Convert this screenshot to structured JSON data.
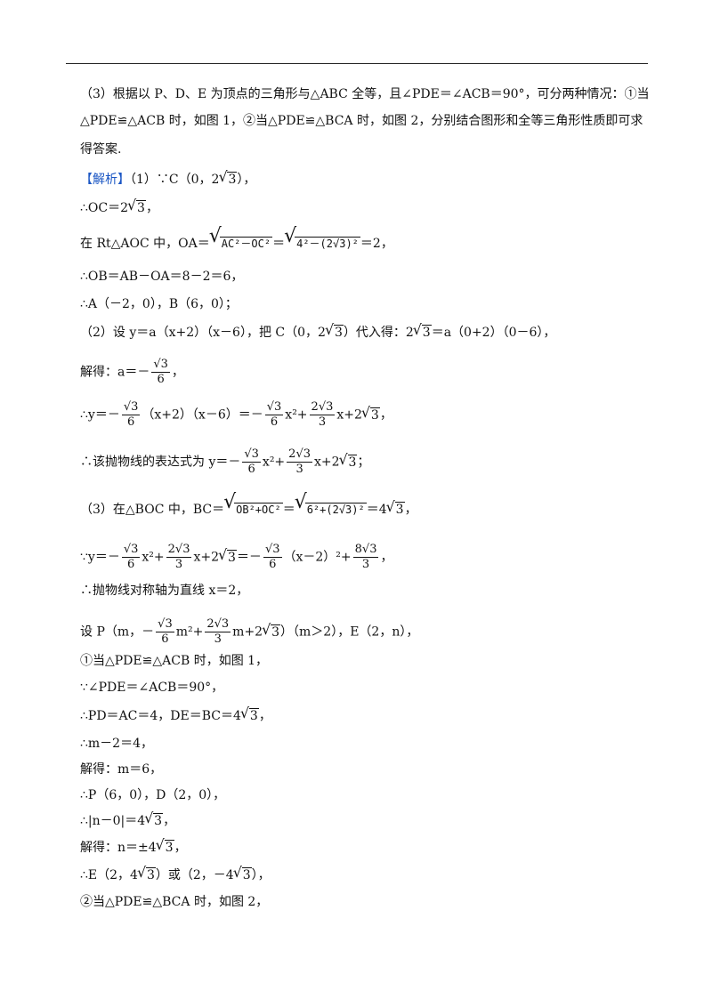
{
  "intro": {
    "line1": "（3）根据以 P、D、E 为顶点的三角形与△ABC 全等，且∠PDE＝∠ACB＝90°，可分两种情况：①当",
    "line2": "△PDE≌△ACB 时，如图 1，②当△PDE≌△BCA 时，如图 2，分别结合图形和全等三角形性质即可求",
    "line3": "得答案."
  },
  "solution": {
    "tag": "【解析】",
    "s1": "（1）∵C（0，2",
    "s1_tail": "），",
    "s2_pre": "∴OC＝2",
    "s2_tail": "，",
    "s3_pre": "在 Rt△AOC 中，OA＝",
    "s3_r1": "AC²－OC²",
    "s3_eq": "＝",
    "s3_r2": "4²－(2√3)²",
    "s3_tail": "＝2，",
    "s4": "∴OB＝AB－OA＝8－2＝6，",
    "s5": "∴A（－2，0），B（6，0）；",
    "s6_pre": "（2）设 y＝a（x+2）（x－6），把 C（0，2",
    "s6_mid": "）代入得：2",
    "s6_tail": "＝a（0+2）（0－6），",
    "s7_pre": "解得：a＝－",
    "s7_tail": "，",
    "s8_pre": "∴y＝－",
    "s8_mid1": "（x+2）（x－6）＝－",
    "s8_mid2": "x²+",
    "s8_mid3": "x+2",
    "s8_tail": "，",
    "s9_pre": "∴该抛物线的表达式为 y＝－",
    "s9_mid2": "x²+",
    "s9_mid3": "x+2",
    "s9_tail": "；",
    "s10_pre": "（3）在△BOC 中，BC＝",
    "s10_r1": "OB²+OC²",
    "s10_eq": "＝",
    "s10_r2": "6²+(2√3)²",
    "s10_tail": "＝4",
    "s10_end": "，",
    "s11_pre": "∵y＝－",
    "s11_mid2": "x²+",
    "s11_mid3": "x+2",
    "s11_mid4": "＝－",
    "s11_mid5": "（x－2）²+",
    "s11_tail": "，",
    "s12": "∴抛物线对称轴为直线 x＝2，",
    "s13_pre": "设 P（m，－",
    "s13_mid2": "m²+",
    "s13_mid3": "m+2",
    "s13_tail": "）（m＞2），E（2，n），",
    "s14": "①当△PDE≌△ACB 时，如图 1，",
    "s15": "∵∠PDE＝∠ACB＝90°，",
    "s16_pre": "∴PD＝AC＝4，DE＝BC＝4",
    "s16_tail": "，",
    "s17": "∴m－2＝4，",
    "s18": "解得：m＝6，",
    "s19": "∴P（6，0），D（2，0），",
    "s20_pre": "∴|n－0|＝4",
    "s20_tail": "，",
    "s21_pre": "解得：n＝±4",
    "s21_tail": "，",
    "s22_pre": "∴E（2，4",
    "s22_mid": "）或（2，－4",
    "s22_tail": "），",
    "s23": "②当△PDE≌△BCA 时，如图 2，"
  },
  "math": {
    "three": "3",
    "six": "6",
    "root3": "√3",
    "two_root3": "2√3",
    "eight_root3": "8√3"
  }
}
